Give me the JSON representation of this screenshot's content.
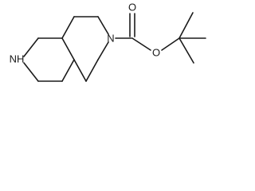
{
  "structure": {
    "atoms": {
      "nh": "NH",
      "n": "N",
      "carbonyl_o": "O",
      "ester_o": "O"
    },
    "colors": {
      "bond": "#1a1a1a",
      "label": "#1a1a1a",
      "background": "#ffffff"
    }
  }
}
